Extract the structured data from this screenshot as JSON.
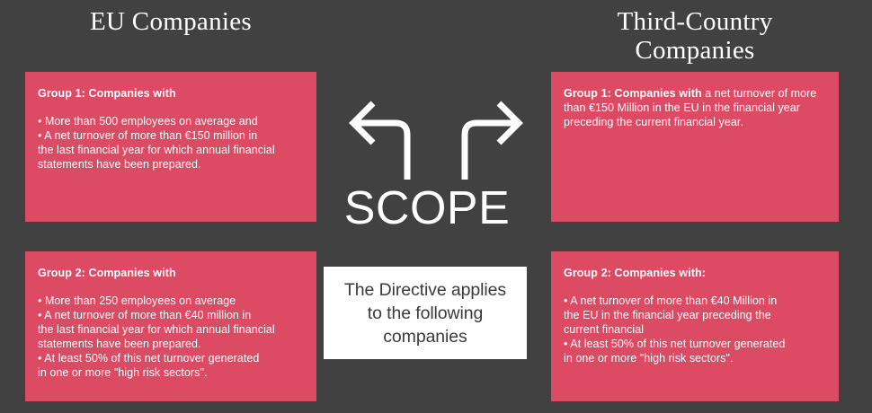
{
  "colors": {
    "background": "#414141",
    "card": "#dc4a64",
    "card_text": "#ffffff",
    "panel": "#ffffff",
    "panel_text": "#3a3a3a",
    "arrow": "#ffffff"
  },
  "headings": {
    "left": "EU Companies",
    "right": "Third-Country\nCompanies"
  },
  "center": {
    "arrow_left_name": "arrow-turn-left-icon",
    "arrow_right_name": "arrow-turn-right-icon",
    "scope_label": "SCOPE",
    "directive_text": "The Directive applies\nto the following\ncompanies"
  },
  "cards": {
    "eu_group1": {
      "heading": "Group 1: Companies with",
      "heading_regular": "",
      "body": "• More than 500 employees on average and\n• A net turnover of more than €150 million in\nthe last financial year for which annual financial\nstatements have been prepared."
    },
    "eu_group2": {
      "heading": "Group 2: Companies with",
      "heading_regular": "",
      "body": "• More than 250 employees on average\n• A net turnover of more than €40 million in\nthe last financial year for which annual financial\nstatements have been prepared.\n• At least 50% of this net turnover generated\nin one or more \"high risk sectors\"."
    },
    "tc_group1": {
      "heading": "Group 1: Companies with",
      "body": " a net turnover of more than €150 Million in the EU in the financial year preceding the current financial year."
    },
    "tc_group2": {
      "heading": "Group 2: Companies with:",
      "body": "• A net turnover of more than €40 Million in\nthe EU in the financial year preceding the\ncurrent financial\n• At least 50% of this net turnover generated\nin one or more \"high risk sectors\"."
    }
  }
}
